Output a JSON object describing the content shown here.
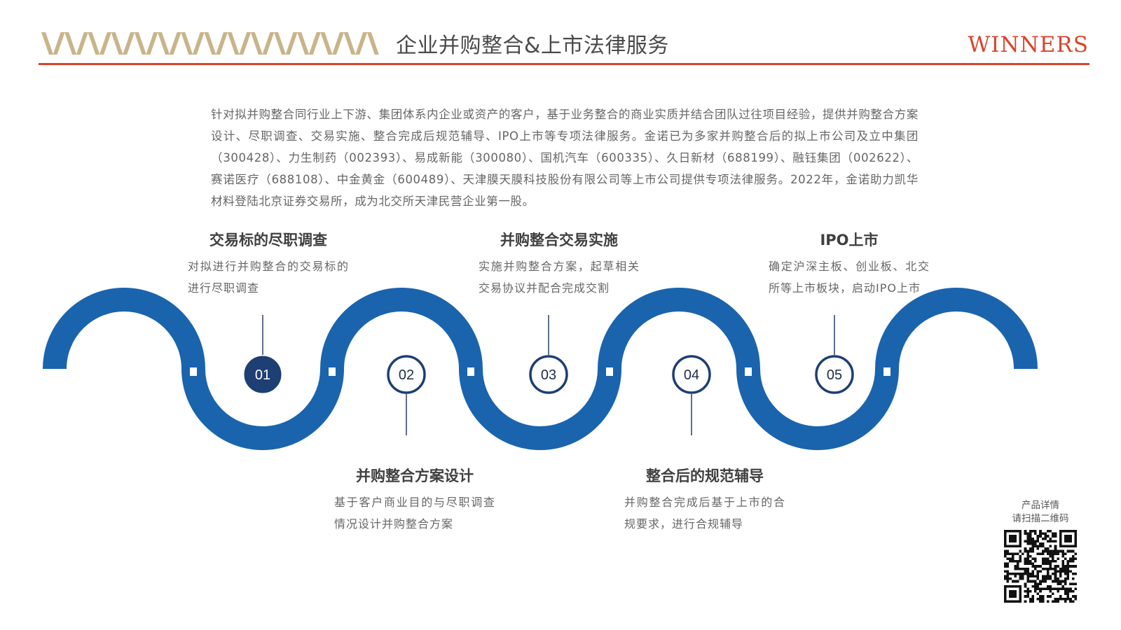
{
  "header": {
    "title": "企业并购整合&上市法律服务",
    "brand": "WINNERS",
    "colors": {
      "accent": "#d8452c",
      "stripe": "#c9b48a",
      "wave": "#1a64ad",
      "dark_circle": "#1d3f73"
    }
  },
  "intro": {
    "text": "针对拟并购整合同行业上下游、集团体系内企业或资产的客户，基于业务整合的商业实质并结合团队过往项目经验，提供并购整合方案设计、尽职调查、交易实施、整合完成后规范辅导、IPO上市等专项法律服务。金诺已为多家并购整合后的拟上市公司及立中集团（300428）、力生制药（002393）、易成新能（300080）、国机汽车（600335）、久日新材（688199）、融钰集团（002622）、赛诺医疗（688108）、中金黄金（600489）、天津膜天膜科技股份有限公司等上市公司提供专项法律服务。2022年，金诺助力凯华材料登陆北京证券交易所，成为北交所天津民营企业第一股。"
  },
  "steps": [
    {
      "number": "01",
      "title": "交易标的尽职调查",
      "desc": "对拟进行并购整合的交易标的进行尽职调查",
      "position": "top",
      "active": true
    },
    {
      "number": "02",
      "title": "并购整合方案设计",
      "desc": "基于客户商业目的与尽职调查情况设计并购整合方案",
      "position": "bottom",
      "active": false
    },
    {
      "number": "03",
      "title": "并购整合交易实施",
      "desc": "实施并购整合方案，起草相关交易协议并配合完成交割",
      "position": "top",
      "active": false
    },
    {
      "number": "04",
      "title": "整合后的规范辅导",
      "desc": "并购整合完成后基于上市的合规要求，进行合规辅导",
      "position": "bottom",
      "active": false
    },
    {
      "number": "05",
      "title": "IPO上市",
      "desc": "确定沪深主板、创业板、北交所等上市板块，启动IPO上市",
      "position": "top",
      "active": false
    }
  ],
  "qr": {
    "caption_line1": "产品详情",
    "caption_line2": "请扫描二维码"
  }
}
